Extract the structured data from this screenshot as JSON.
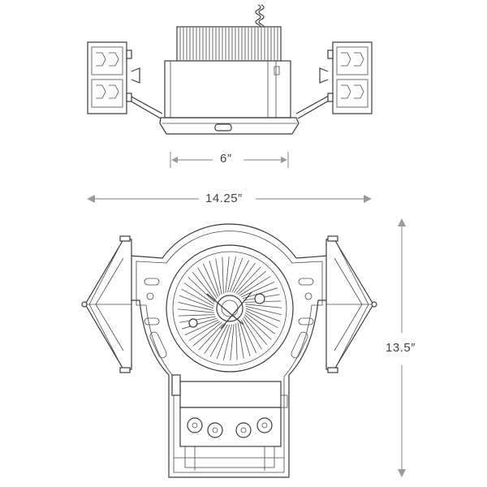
{
  "dimensions": {
    "width_top": "6″",
    "width_overall": "14.25″",
    "height_overall": "13.5″"
  },
  "colors": {
    "line": "#3a3a3a",
    "dimension": "#9a9a9a",
    "label": "#444444"
  }
}
